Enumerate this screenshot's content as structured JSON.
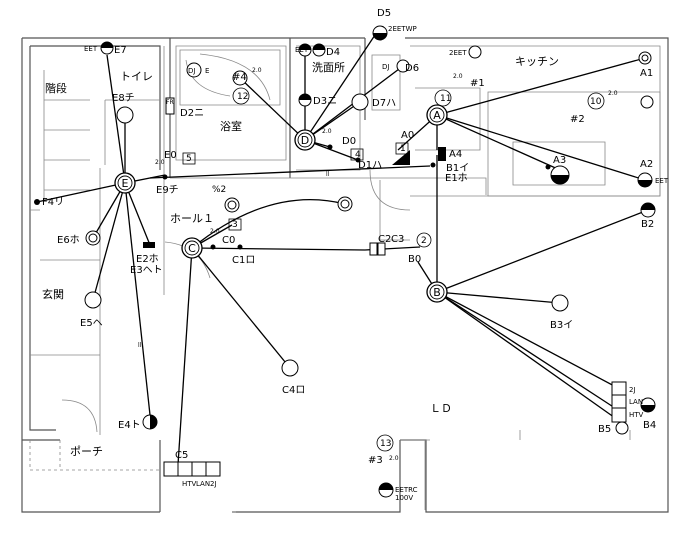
{
  "rooms": {
    "stairs": "階段",
    "toilet": "トイレ",
    "washroom": "洗面所",
    "bath": "浴室",
    "kitchen": "キッチン",
    "hall": "ホール１",
    "entrance": "玄関",
    "porch": "ポーチ",
    "ld": "ＬＤ"
  },
  "panels": {
    "A": "A",
    "B": "B",
    "C": "C",
    "D": "D",
    "E": "E"
  },
  "labels": {
    "A0": "A0",
    "A1": "A1",
    "A2": "A2",
    "A3": "A3",
    "A4": "A4",
    "B0": "B0",
    "B1": "B1イ",
    "B2": "B2",
    "B3": "B3イ",
    "B4": "B4",
    "B5": "B5",
    "C0": "C0",
    "C1": "C1ロ",
    "C2": "C2",
    "C3": "C3",
    "C4": "C4ロ",
    "C5": "C5",
    "D0": "D0",
    "D1": "D1ハ",
    "D2": "D2ニ",
    "D3": "D3ニ",
    "D4": "D4",
    "D5": "D5",
    "D6": "D6",
    "D7": "D7ハ",
    "E0": "E0",
    "E1": "E1ホ",
    "E2": "E2ホ",
    "E3": "E3ヘト",
    "E4": "E4ト",
    "E5": "E5ヘ",
    "E6": "E6ホ",
    "E7": "E7",
    "E8": "E8チ",
    "E9": "E9チ",
    "F4": "F4リ",
    "eet": "EET",
    "eet2": "2EET",
    "eet2wp": "2EETWP",
    "eetrc": "EETRC",
    "v100": "100V",
    "fr": "FR",
    "dj": "DJ",
    "e": "E",
    "jj": "2J",
    "lan": "LAN",
    "htv": "HTV",
    "pct2": "%2",
    "room_hash1": "#1",
    "room_hash2": "#2",
    "room_hash3": "#3",
    "room_hash4": "#4",
    "n1": "1",
    "n2": "2",
    "n3": "3",
    "n4": "4",
    "n5": "5",
    "n10": "10",
    "n11": "11",
    "n12": "12",
    "n13": "13",
    "wire20": "2.0",
    "wire_ii": "ll",
    "wire_iii": "lll"
  }
}
